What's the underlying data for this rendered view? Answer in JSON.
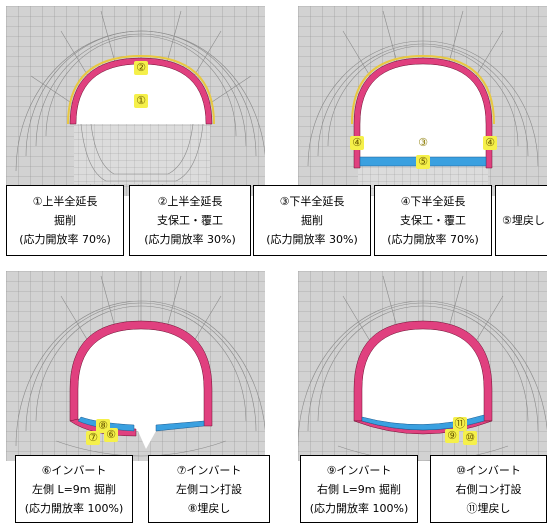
{
  "panels": {
    "top_left": {
      "tags": [
        "②",
        "①"
      ],
      "captions": [
        {
          "lines": [
            "①上半全延長",
            "掘削",
            "(応力開放率 70%)"
          ]
        },
        {
          "lines": [
            "②上半全延長",
            "支保工・覆工",
            "(応力開放率 30%)"
          ]
        }
      ]
    },
    "top_right": {
      "tags": [
        "④",
        "③",
        "⑤",
        "④"
      ],
      "captions": [
        {
          "lines": [
            "③下半全延長",
            "掘削",
            "(応力開放率 30%)"
          ]
        },
        {
          "lines": [
            "④下半全延長",
            "支保工・覆工",
            "(応力開放率 70%)"
          ]
        },
        {
          "lines": [
            "⑤埋戻し"
          ]
        }
      ]
    },
    "bottom_left": {
      "tags": [
        "⑧",
        "⑦",
        "⑥"
      ],
      "captions": [
        {
          "lines": [
            "⑥インバート",
            "左側 L=9m 掘削",
            "(応力開放率 100%)"
          ]
        },
        {
          "lines": [
            "⑦インバート",
            "左側コン打設",
            "⑧埋戻し"
          ]
        }
      ]
    },
    "bottom_right": {
      "tags": [
        "⑪",
        "⑨",
        "⑩"
      ],
      "captions": [
        {
          "lines": [
            "⑨インバート",
            "右側 L=9m 掘削",
            "(応力開放率 100%)"
          ]
        },
        {
          "lines": [
            "⑩インバート",
            "右側コン打設",
            "⑪埋戻し"
          ]
        }
      ]
    }
  },
  "colors": {
    "mesh_bg": "#d2d2d2",
    "mesh_line": "#8f8f8f",
    "lining": "#e0407f",
    "shotcrete": "#e8c840",
    "fill_blue": "#3aa0e0",
    "tag_yellow": "#f5f04a"
  }
}
